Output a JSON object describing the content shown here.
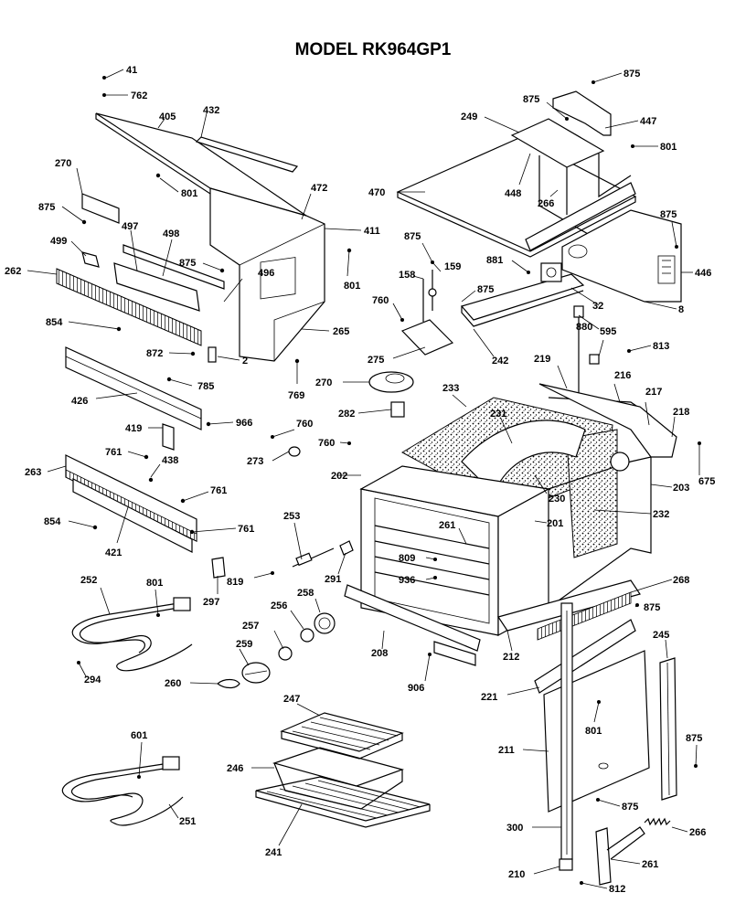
{
  "title": "MODEL RK964GP1",
  "parts": [
    {
      "label": "41"
    },
    {
      "label": "762"
    },
    {
      "label": "405"
    },
    {
      "label": "432"
    },
    {
      "label": "270"
    },
    {
      "label": "801"
    },
    {
      "label": "875"
    },
    {
      "label": "497"
    },
    {
      "label": "498"
    },
    {
      "label": "499"
    },
    {
      "label": "472"
    },
    {
      "label": "411"
    },
    {
      "label": "875"
    },
    {
      "label": "262"
    },
    {
      "label": "496"
    },
    {
      "label": "801"
    },
    {
      "label": "854"
    },
    {
      "label": "265"
    },
    {
      "label": "872"
    },
    {
      "label": "2"
    },
    {
      "label": "785"
    },
    {
      "label": "769"
    },
    {
      "label": "426"
    },
    {
      "label": "419"
    },
    {
      "label": "966"
    },
    {
      "label": "761"
    },
    {
      "label": "438"
    },
    {
      "label": "263"
    },
    {
      "label": "761"
    },
    {
      "label": "854"
    },
    {
      "label": "761"
    },
    {
      "label": "421"
    },
    {
      "label": "875"
    },
    {
      "label": "875"
    },
    {
      "label": "249"
    },
    {
      "label": "447"
    },
    {
      "label": "801"
    },
    {
      "label": "470"
    },
    {
      "label": "448"
    },
    {
      "label": "266"
    },
    {
      "label": "875"
    },
    {
      "label": "875"
    },
    {
      "label": "881"
    },
    {
      "label": "446"
    },
    {
      "label": "158"
    },
    {
      "label": "159"
    },
    {
      "label": "875"
    },
    {
      "label": "32"
    },
    {
      "label": "8"
    },
    {
      "label": "760"
    },
    {
      "label": "242"
    },
    {
      "label": "880"
    },
    {
      "label": "595"
    },
    {
      "label": "275"
    },
    {
      "label": "219"
    },
    {
      "label": "813"
    },
    {
      "label": "216"
    },
    {
      "label": "270"
    },
    {
      "label": "233"
    },
    {
      "label": "217"
    },
    {
      "label": "218"
    },
    {
      "label": "282"
    },
    {
      "label": "231"
    },
    {
      "label": "760"
    },
    {
      "label": "760"
    },
    {
      "label": "273"
    },
    {
      "label": "675"
    },
    {
      "label": "202"
    },
    {
      "label": "230"
    },
    {
      "label": "203"
    },
    {
      "label": "232"
    },
    {
      "label": "201"
    },
    {
      "label": "253"
    },
    {
      "label": "261"
    },
    {
      "label": "809"
    },
    {
      "label": "291"
    },
    {
      "label": "936"
    },
    {
      "label": "819"
    },
    {
      "label": "297"
    },
    {
      "label": "268"
    },
    {
      "label": "875"
    },
    {
      "label": "252"
    },
    {
      "label": "801"
    },
    {
      "label": "258"
    },
    {
      "label": "256"
    },
    {
      "label": "257"
    },
    {
      "label": "245"
    },
    {
      "label": "208"
    },
    {
      "label": "212"
    },
    {
      "label": "294"
    },
    {
      "label": "259"
    },
    {
      "label": "906"
    },
    {
      "label": "260"
    },
    {
      "label": "221"
    },
    {
      "label": "247"
    },
    {
      "label": "801"
    },
    {
      "label": "601"
    },
    {
      "label": "211"
    },
    {
      "label": "875"
    },
    {
      "label": "246"
    },
    {
      "label": "875"
    },
    {
      "label": "251"
    },
    {
      "label": "300"
    },
    {
      "label": "266"
    },
    {
      "label": "241"
    },
    {
      "label": "261"
    },
    {
      "label": "210"
    },
    {
      "label": "812"
    }
  ]
}
